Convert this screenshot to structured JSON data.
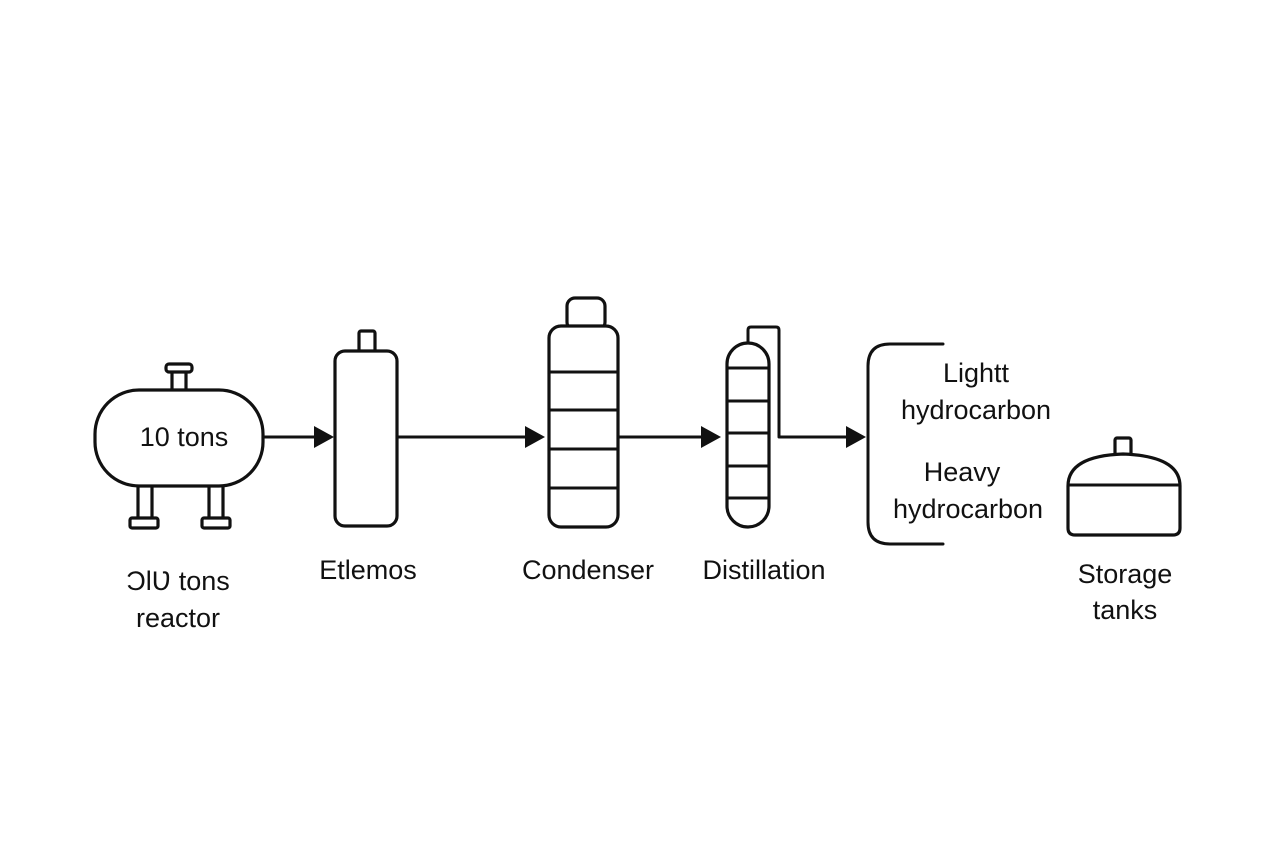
{
  "diagram": {
    "reactor": {
      "inner_label": "10 tons",
      "caption_line1": "ƆƖƲ tons",
      "caption_line2": "reactor"
    },
    "vessel": {
      "caption": "Etlemos"
    },
    "condenser": {
      "caption": "Condenser"
    },
    "distillation": {
      "caption": "Distillation"
    },
    "outputs": {
      "light_line1": "Lightt",
      "light_line2": "hydrocarbon",
      "heavy_line1": "Heavy",
      "heavy_line2": "hydrocarbon"
    },
    "storage": {
      "caption_line1": "Storage",
      "caption_line2": "tanks"
    }
  }
}
